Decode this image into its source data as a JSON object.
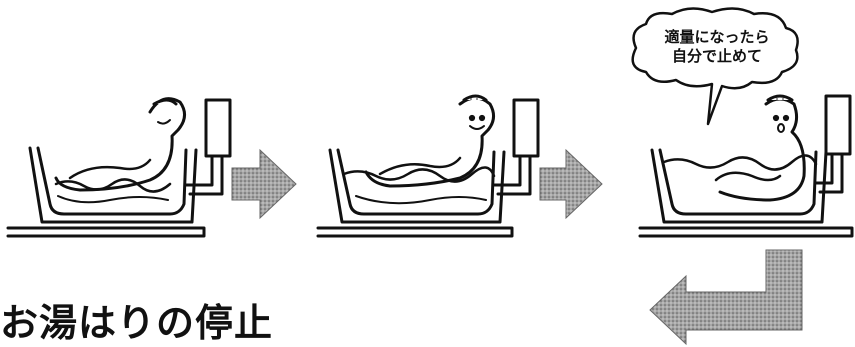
{
  "speech_bubble": {
    "line1": "適量になったら",
    "line2": "自分で止めて"
  },
  "title": "お湯はりの停止",
  "scenes": [
    {
      "name": "bath-scene-empty-tub"
    },
    {
      "name": "bath-scene-filling"
    },
    {
      "name": "bath-scene-full"
    }
  ],
  "colors": {
    "ink": "#111111",
    "arrow_fill": "#8c8c8c",
    "water_line": "#111111"
  }
}
